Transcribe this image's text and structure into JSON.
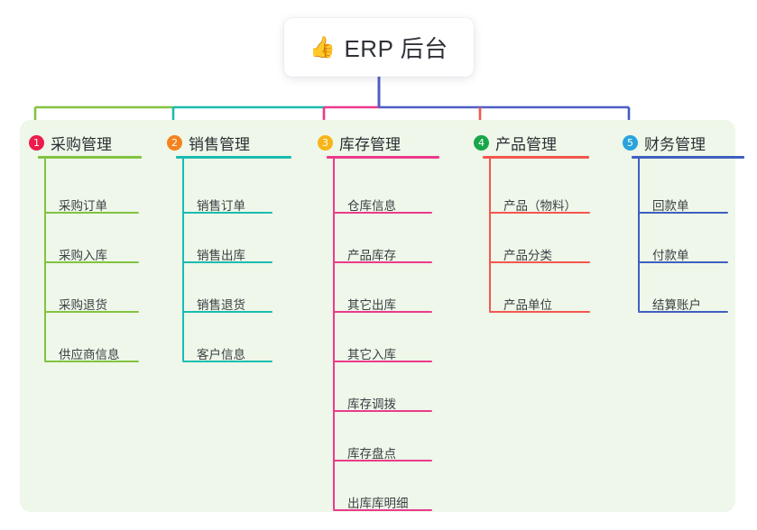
{
  "root": {
    "emoji": "👍",
    "emoji_name": "thumbs-up-icon",
    "title": "ERP 后台"
  },
  "theme": {
    "page_bg": "#ffffff",
    "panel_bg": "#eef7e9",
    "card_bg": "#ffffff",
    "title_color": "#2f3238",
    "trunk_color": "#4f5ec7"
  },
  "columns": [
    {
      "number": "1",
      "title": "采购管理",
      "badge_color": "#ec1c4b",
      "line_color": "#82c341",
      "items": [
        "采购订单",
        "采购入库",
        "采购退货",
        "供应商信息"
      ]
    },
    {
      "number": "2",
      "title": "销售管理",
      "badge_color": "#f5821f",
      "line_color": "#1abcb0",
      "items": [
        "销售订单",
        "销售出库",
        "销售退货",
        "客户信息"
      ]
    },
    {
      "number": "3",
      "title": "库存管理",
      "badge_color": "#f7b519",
      "line_color": "#ec3a8b",
      "items": [
        "仓库信息",
        "产品库存",
        "其它出库",
        "其它入库",
        "库存调拨",
        "库存盘点",
        "出库库明细"
      ]
    },
    {
      "number": "4",
      "title": "产品管理",
      "badge_color": "#18a64a",
      "line_color": "#f4564f",
      "items": [
        "产品（物料）",
        "产品分类",
        "产品单位"
      ]
    },
    {
      "number": "5",
      "title": "财务管理",
      "badge_color": "#29a3dc",
      "line_color": "#3f5fc0",
      "items": [
        "回款单",
        "付款单",
        "结算账户"
      ]
    }
  ]
}
